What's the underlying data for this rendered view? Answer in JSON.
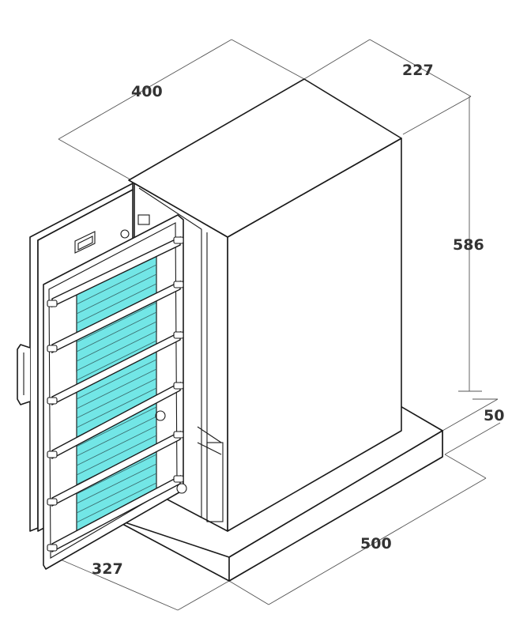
{
  "dimensions": {
    "width_top": "400",
    "depth_top": "227",
    "height": "586",
    "base_height": "50",
    "base_width": "500",
    "door_width": "327"
  },
  "colors": {
    "panel": "#72e6e6",
    "line": "#1a1a1a",
    "dim_text": "#333333"
  }
}
